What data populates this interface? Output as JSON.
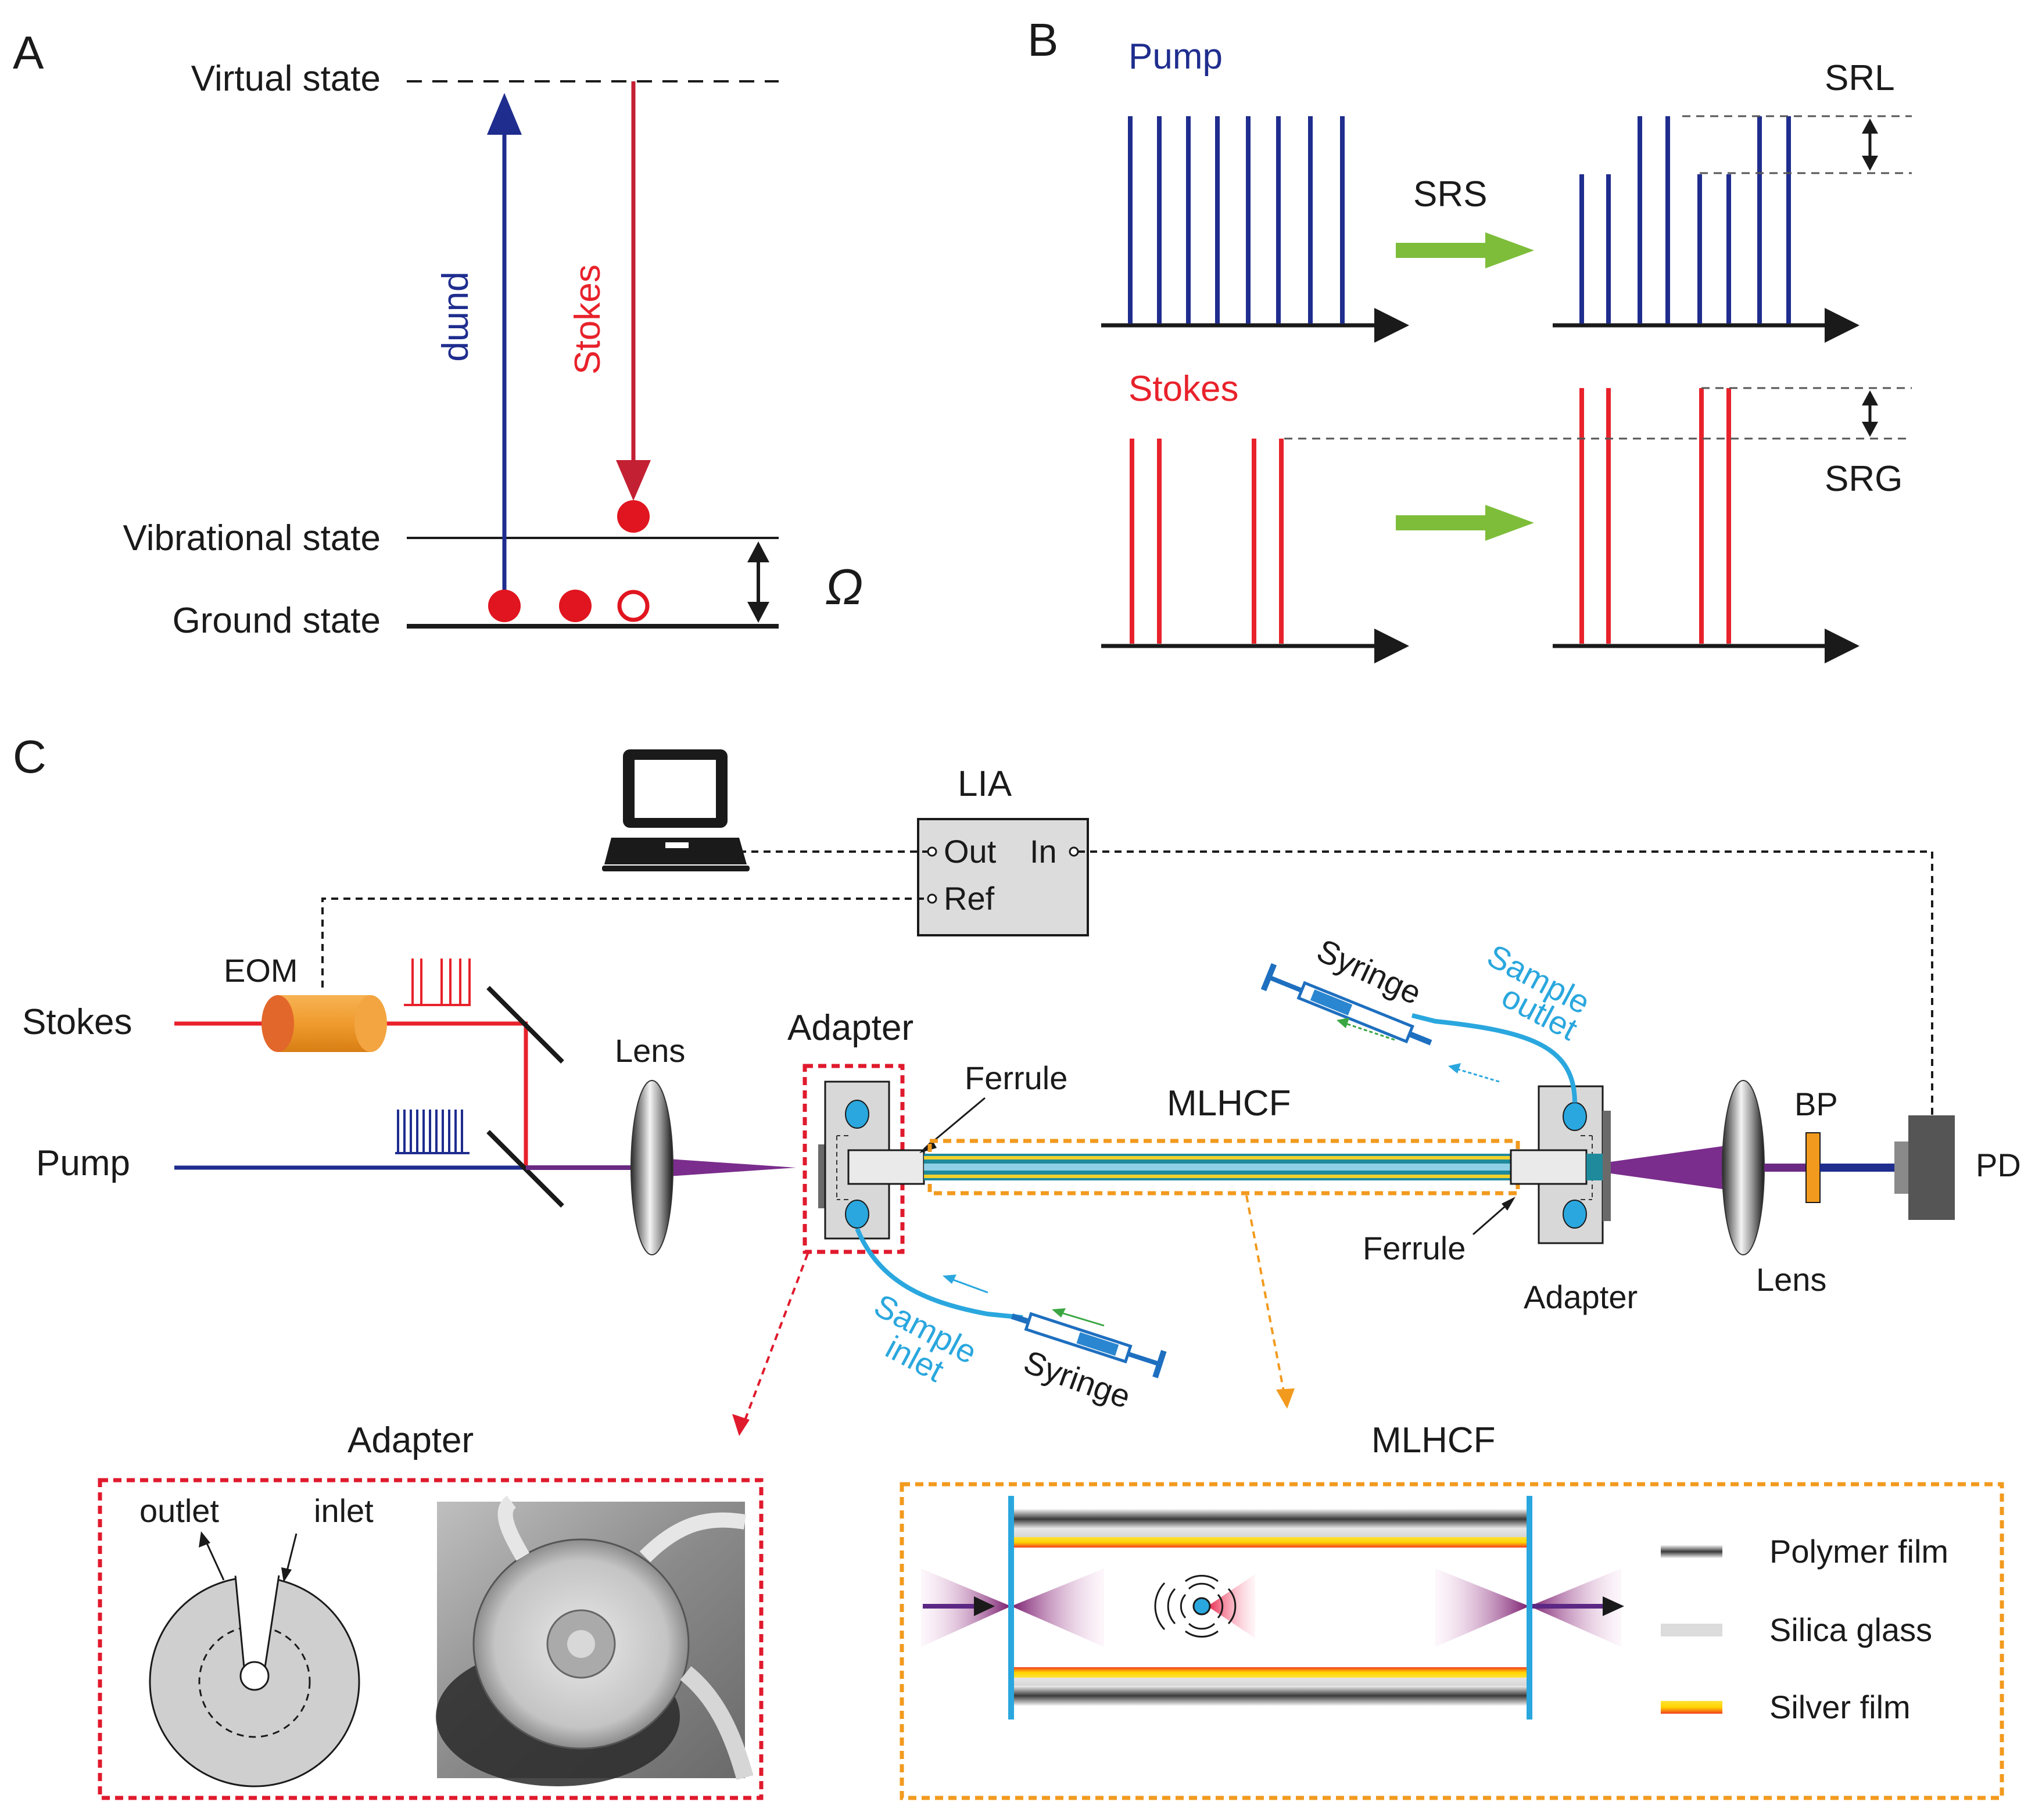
{
  "panel_a": {
    "letter": "A",
    "virtual_state": "Virtual state",
    "vibrational_state": "Vibrational state",
    "ground_state": "Ground state",
    "pump": "pump",
    "stokes": "Stokes",
    "omega": "Ω"
  },
  "panel_b": {
    "letter": "B",
    "pump": "Pump",
    "stokes": "Stokes",
    "srs": "SRS",
    "srl": "SRL",
    "srg": "SRG"
  },
  "panel_c": {
    "letter": "C",
    "lia": "LIA",
    "out": "Out",
    "in": "In",
    "ref": "Ref",
    "eom": "EOM",
    "stokes": "Stokes",
    "pump": "Pump",
    "lens_left": "Lens",
    "adapter_top": "Adapter",
    "ferrule_top": "Ferrule",
    "mlhcf": "MLHCF",
    "syringe_top": "Syringe",
    "sample_outlet_line1": "Sample",
    "sample_outlet_line2": "outlet",
    "ferrule_bottom": "Ferrule",
    "adapter_bottom": "Adapter",
    "lens_right": "Lens",
    "bp": "BP",
    "pd": "PD",
    "sample_inlet_line1": "Sample",
    "sample_inlet_line2": "inlet",
    "syringe_bottom": "Syringe"
  },
  "inset_adapter": {
    "title": "Adapter",
    "outlet": "outlet",
    "inlet": "inlet"
  },
  "inset_mlhcf": {
    "title": "MLHCF",
    "legend": [
      {
        "label": "Polymer film",
        "swatch": "polymer"
      },
      {
        "label": "Silica glass",
        "swatch": "silica"
      },
      {
        "label": "Silver film",
        "swatch": "silver"
      }
    ]
  },
  "colors": {
    "pump_blue": "#1f2d8e",
    "stokes_red": "#e8222b",
    "green_arrow": "#7dbd3a",
    "cyan": "#2aa7de",
    "orange": "#f29a1e",
    "dashed_red": "#e01a2d",
    "purple": "#6a2a83"
  }
}
